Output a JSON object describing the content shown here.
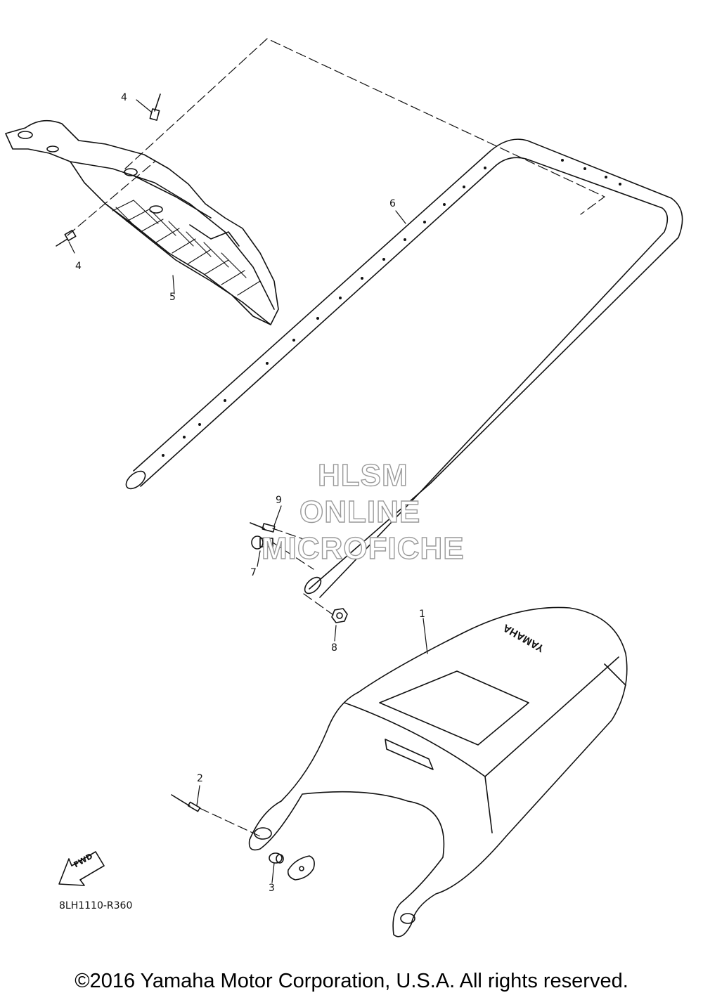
{
  "callouts": {
    "c1": "1",
    "c2": "2",
    "c3": "3",
    "c4a": "4",
    "c4b": "4",
    "c5": "5",
    "c6": "6",
    "c7": "7",
    "c8": "8",
    "c9": "9"
  },
  "watermark": {
    "line1": "HLSM",
    "line2": "ONLINE",
    "line3": "MICROFICHE"
  },
  "seat_logo": "YAMAHA",
  "fwd_label": "FWD",
  "diagram_code": "8LH1110-R360",
  "copyright": "©2016 Yamaha Motor Corporation, U.S.A. All rights reserved."
}
